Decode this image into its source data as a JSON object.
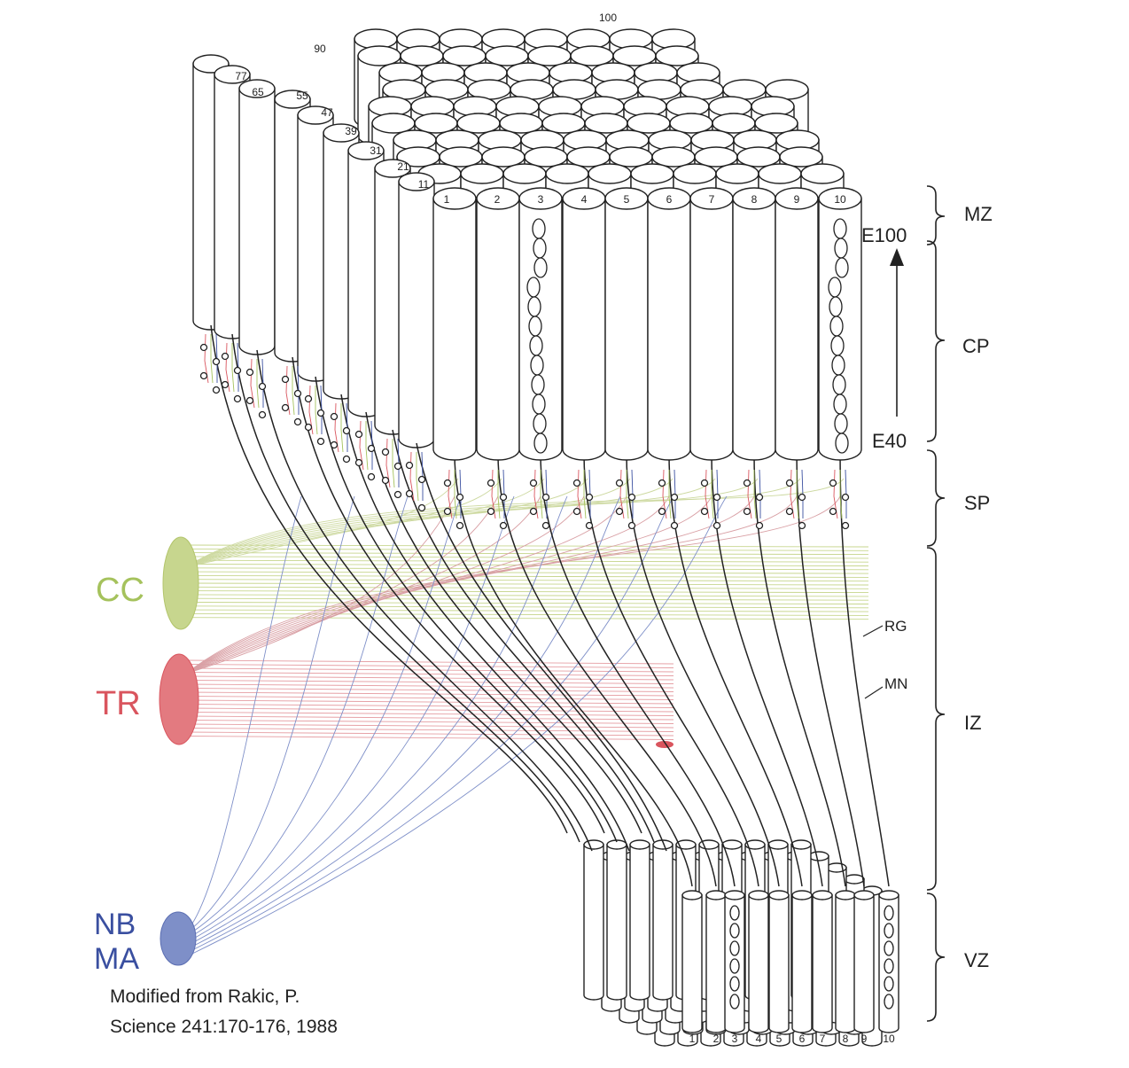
{
  "zones": {
    "mz": "MZ",
    "cp": "CP",
    "sp": "SP",
    "iz": "IZ",
    "vz": "VZ"
  },
  "time_axis": {
    "top": "E100",
    "bottom": "E40"
  },
  "structure_labels": {
    "rg": "RG",
    "mn": "MN"
  },
  "afferents": {
    "cc": {
      "label": "CC",
      "color": "#a5c25c"
    },
    "tr": {
      "label": "TR",
      "color": "#d9555e"
    },
    "nb": {
      "label": "NB",
      "color": "#3a4fa0"
    },
    "ma": {
      "label": "MA",
      "color": "#3a4fa0"
    }
  },
  "column_numbers": [
    "1",
    "2",
    "3",
    "4",
    "5",
    "6",
    "7",
    "8",
    "9",
    "10"
  ],
  "back_column_numbers": [
    "11",
    "21",
    "31",
    "39",
    "47",
    "55",
    "65",
    "77",
    "90",
    "100"
  ],
  "vz_numbers": [
    "1",
    "2",
    "3",
    "4",
    "5",
    "6",
    "7",
    "8",
    "9",
    "10"
  ],
  "credit": {
    "line1": "Modified from Rakic, P.",
    "line2": "Science 241:170-176, 1988"
  }
}
